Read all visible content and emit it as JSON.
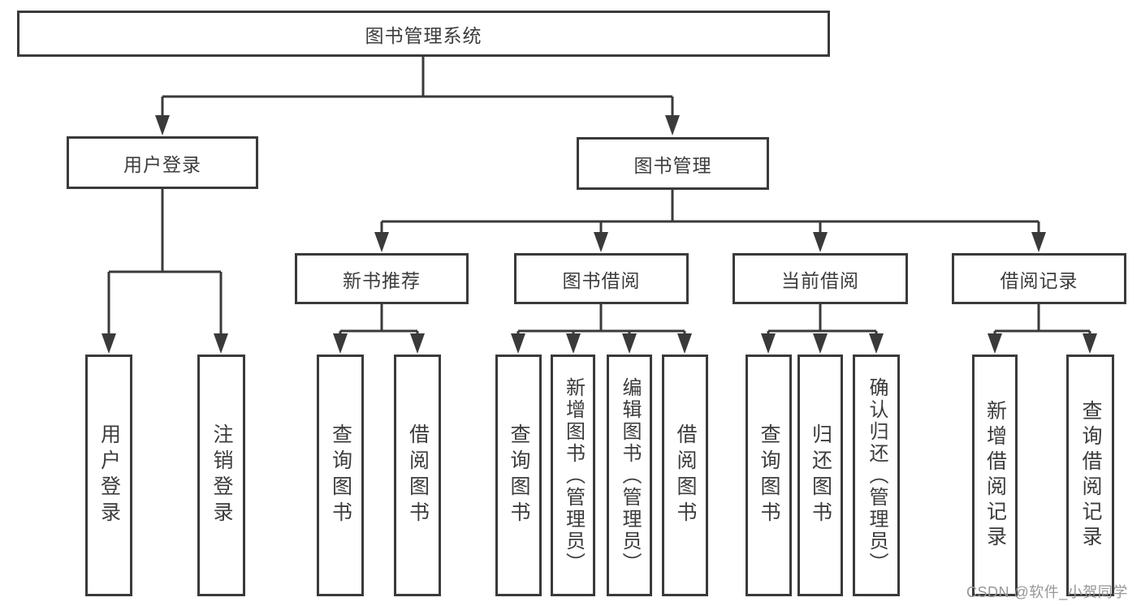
{
  "diagram": {
    "type": "hierarchy-tree",
    "colors": {
      "line": "#3a3a3a",
      "box_border": "#3a3a3a",
      "text": "#3c3c3e",
      "background": "#ffffff",
      "watermark": "#96969b"
    },
    "tree": {
      "root": {
        "label": "图书管理系统"
      },
      "children": [
        {
          "label": "用户登录",
          "children": [
            {
              "label": "用户登录"
            },
            {
              "label": "注销登录"
            }
          ]
        },
        {
          "label": "图书管理",
          "children": [
            {
              "label": "新书推荐",
              "children": [
                {
                  "label": "查询图书"
                },
                {
                  "label": "借阅图书"
                }
              ]
            },
            {
              "label": "图书借阅",
              "children": [
                {
                  "label": "查询图书"
                },
                {
                  "label": "新增图书（管理员）"
                },
                {
                  "label": "编辑图书（管理员）"
                },
                {
                  "label": "借阅图书"
                }
              ]
            },
            {
              "label": "当前借阅",
              "children": [
                {
                  "label": "查询图书"
                },
                {
                  "label": "归还图书"
                },
                {
                  "label": "确认归还（管理员）"
                }
              ]
            },
            {
              "label": "借阅记录",
              "children": [
                {
                  "label": "新增借阅记录"
                },
                {
                  "label": "查询借阅记录"
                }
              ]
            }
          ]
        }
      ]
    }
  },
  "watermark": {
    "text": "CSDN @软件_小贺同学"
  }
}
